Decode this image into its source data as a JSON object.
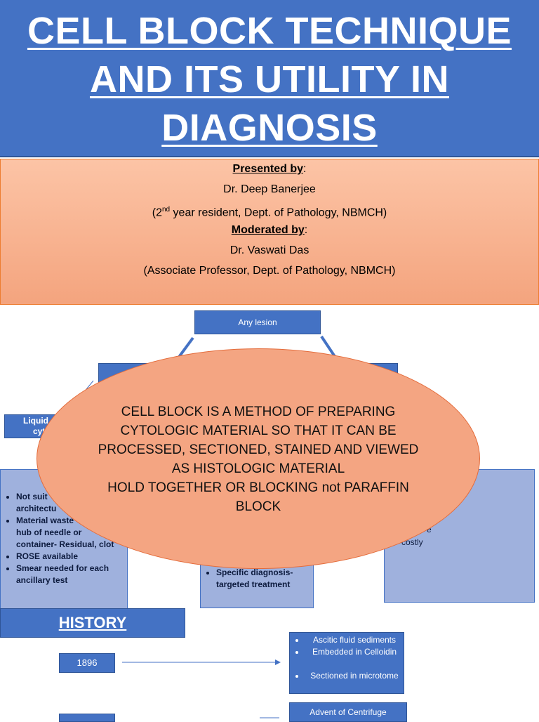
{
  "title": {
    "line1": "CELL BLOCK TECHNIQUE",
    "line2": "AND ITS UTILITY IN",
    "line3": "DIAGNOSIS"
  },
  "presenter": {
    "presented_label": "Presented by",
    "colon": ":",
    "presenter_name": "Dr. Deep Banerjee",
    "presenter_role_prefix": "(2",
    "presenter_role_sup": "nd",
    "presenter_role_rest": " year resident, Dept. of Pathology, NBMCH)",
    "moderated_label": "Moderated by",
    "moderator_name": "Dr. Vaswati Das",
    "moderator_role": "(Associate Professor, Dept. of Pathology, NBMCH)"
  },
  "flowchart": {
    "top_node": "Any lesion",
    "left_node_fragment_1": "Liquid",
    "left_node_fragment_2": "cyt",
    "left_box_items": [
      "Not suit",
      "architectu",
      "Material waste",
      "hub of needle or",
      "container- Residual, clot",
      "ROSE available",
      "Smear needed for each",
      "ancillary test"
    ],
    "middle_box_item_1": "Specific diagnosis-",
    "middle_box_item_2": "targeted treatment",
    "right_box_fragment_1": "e",
    "right_box_fragment_2": "costly"
  },
  "definition": {
    "line1": "CELL BLOCK IS A METHOD OF PREPARING",
    "line2": "CYTOLOGIC MATERIAL SO THAT IT CAN BE",
    "line3": "PROCESSED, SECTIONED, STAINED AND VIEWED",
    "line4": "AS HISTOLOGIC MATERIAL",
    "line5": "HOLD TOGETHER OR BLOCKING not PARAFFIN",
    "line6": "BLOCK"
  },
  "history": {
    "heading": "HISTORY",
    "entries": [
      {
        "year": "1896",
        "items": [
          "Ascitic fluid sediments",
          "Embedded in Celloidin",
          "Sectioned in microtome"
        ]
      },
      {
        "year": "",
        "items": [
          "Advent of Centrifuge"
        ]
      }
    ]
  },
  "colors": {
    "accent_blue": "#4472c4",
    "salmon": "#f4a582",
    "light_blue": "#9fb1dd"
  }
}
